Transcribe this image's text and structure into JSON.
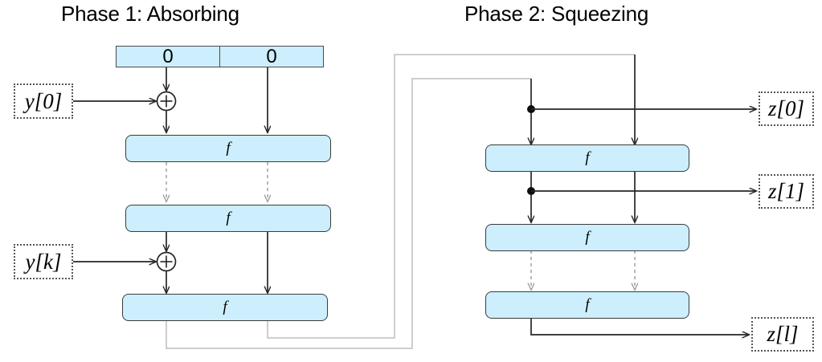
{
  "diagram": {
    "kind": "sponge-construction",
    "phases": [
      {
        "id": "phase1",
        "title": "Phase 1: Absorbing"
      },
      {
        "id": "phase2",
        "title": "Phase 2: Squeezing"
      }
    ],
    "colors": {
      "block_fill": "#cdeefc",
      "block_stroke": "#3b3b3b",
      "solid_line": "#262626",
      "dashed_line": "#9a9a9a",
      "feedback_line": "#bdbdbd",
      "io_box_border": "#555555",
      "text": "#000000"
    },
    "phase1": {
      "state_cells": [
        {
          "name": "rate-cell",
          "label": "0"
        },
        {
          "name": "capacity-cell",
          "label": "0"
        }
      ],
      "f_blocks": [
        {
          "label": "f"
        },
        {
          "label": "f"
        },
        {
          "label": "f"
        }
      ],
      "inputs": [
        {
          "label": "y[0]"
        },
        {
          "label": "y[k]"
        }
      ],
      "xor_symbol": "+"
    },
    "phase2": {
      "f_blocks": [
        {
          "label": "f"
        },
        {
          "label": "f"
        },
        {
          "label": "f"
        }
      ],
      "outputs": [
        {
          "label": "z[0]"
        },
        {
          "label": "z[1]"
        },
        {
          "label": "z[l]"
        }
      ]
    }
  }
}
